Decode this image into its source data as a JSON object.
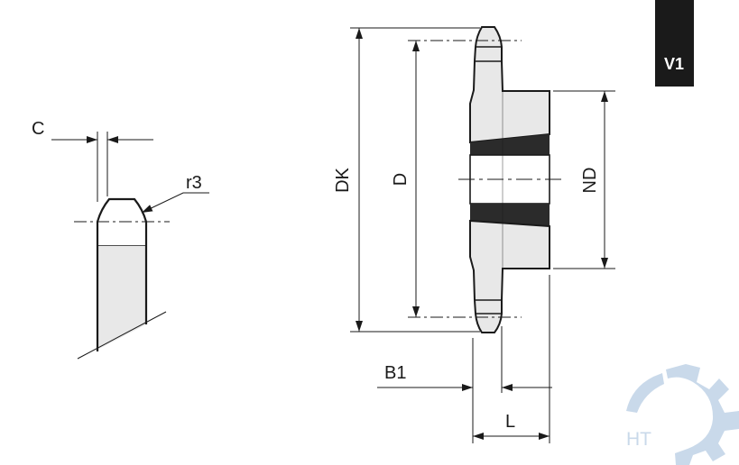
{
  "badge": {
    "text": "V1",
    "bg_color": "#1a1a1a",
    "text_color": "#ffffff"
  },
  "tooth_detail": {
    "labels": {
      "chamfer": "C",
      "radius": "r3"
    }
  },
  "sprocket_section": {
    "labels": {
      "tip_diameter": "DK",
      "pitch_diameter": "D",
      "hub_diameter": "ND",
      "tooth_width": "B1",
      "total_length": "L"
    },
    "colors": {
      "body_fill": "#e8e8e8",
      "keyway_fill": "#2b2b2b",
      "line": "#1a1a1a"
    }
  },
  "logo": {
    "text": "HT",
    "color": "#c9d9ea",
    "icon": "gear-icon"
  }
}
